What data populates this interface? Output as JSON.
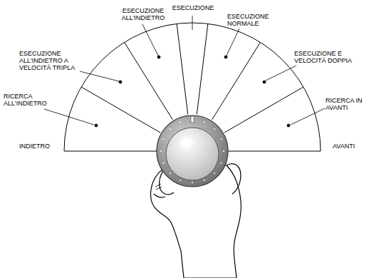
{
  "diagram": {
    "labels": [
      "ESECUZIONE ALL'INDIETRO",
      "ESECUZIONE",
      "ESECUZIONE NORMALE",
      "ESECUZIONE ALL'INDIETRO A VELOCITÀ TRIPLA",
      "ESECUZIONE E VELOCITÀ DOPPIA",
      "RICERCA ALL'INDIETRO",
      "RICERCA IN AVANTI",
      "INDIETRO",
      "AVANTI"
    ]
  }
}
